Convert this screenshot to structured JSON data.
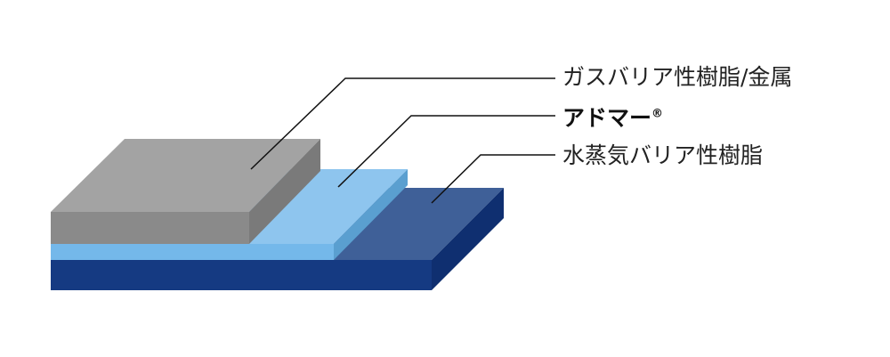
{
  "layers": [
    {
      "id": "gas-barrier",
      "label": "ガスバリア性樹脂/金属",
      "bold": false,
      "colors": {
        "top": "#a3a3a3",
        "front": "#8a8a8a",
        "side": "#7a7a7a"
      }
    },
    {
      "id": "admer",
      "label": "アドマー",
      "label_suffix": "®",
      "bold": true,
      "colors": {
        "top": "#8ec5ee",
        "front": "#74b8ea",
        "side": "#5a9fd0"
      }
    },
    {
      "id": "vapor-barrier",
      "label": "水蒸気バリア性樹脂",
      "bold": false,
      "colors": {
        "top": "#3f6098",
        "front": "#153a82",
        "side": "#0f2f70"
      }
    }
  ],
  "leader_color": "#111111"
}
